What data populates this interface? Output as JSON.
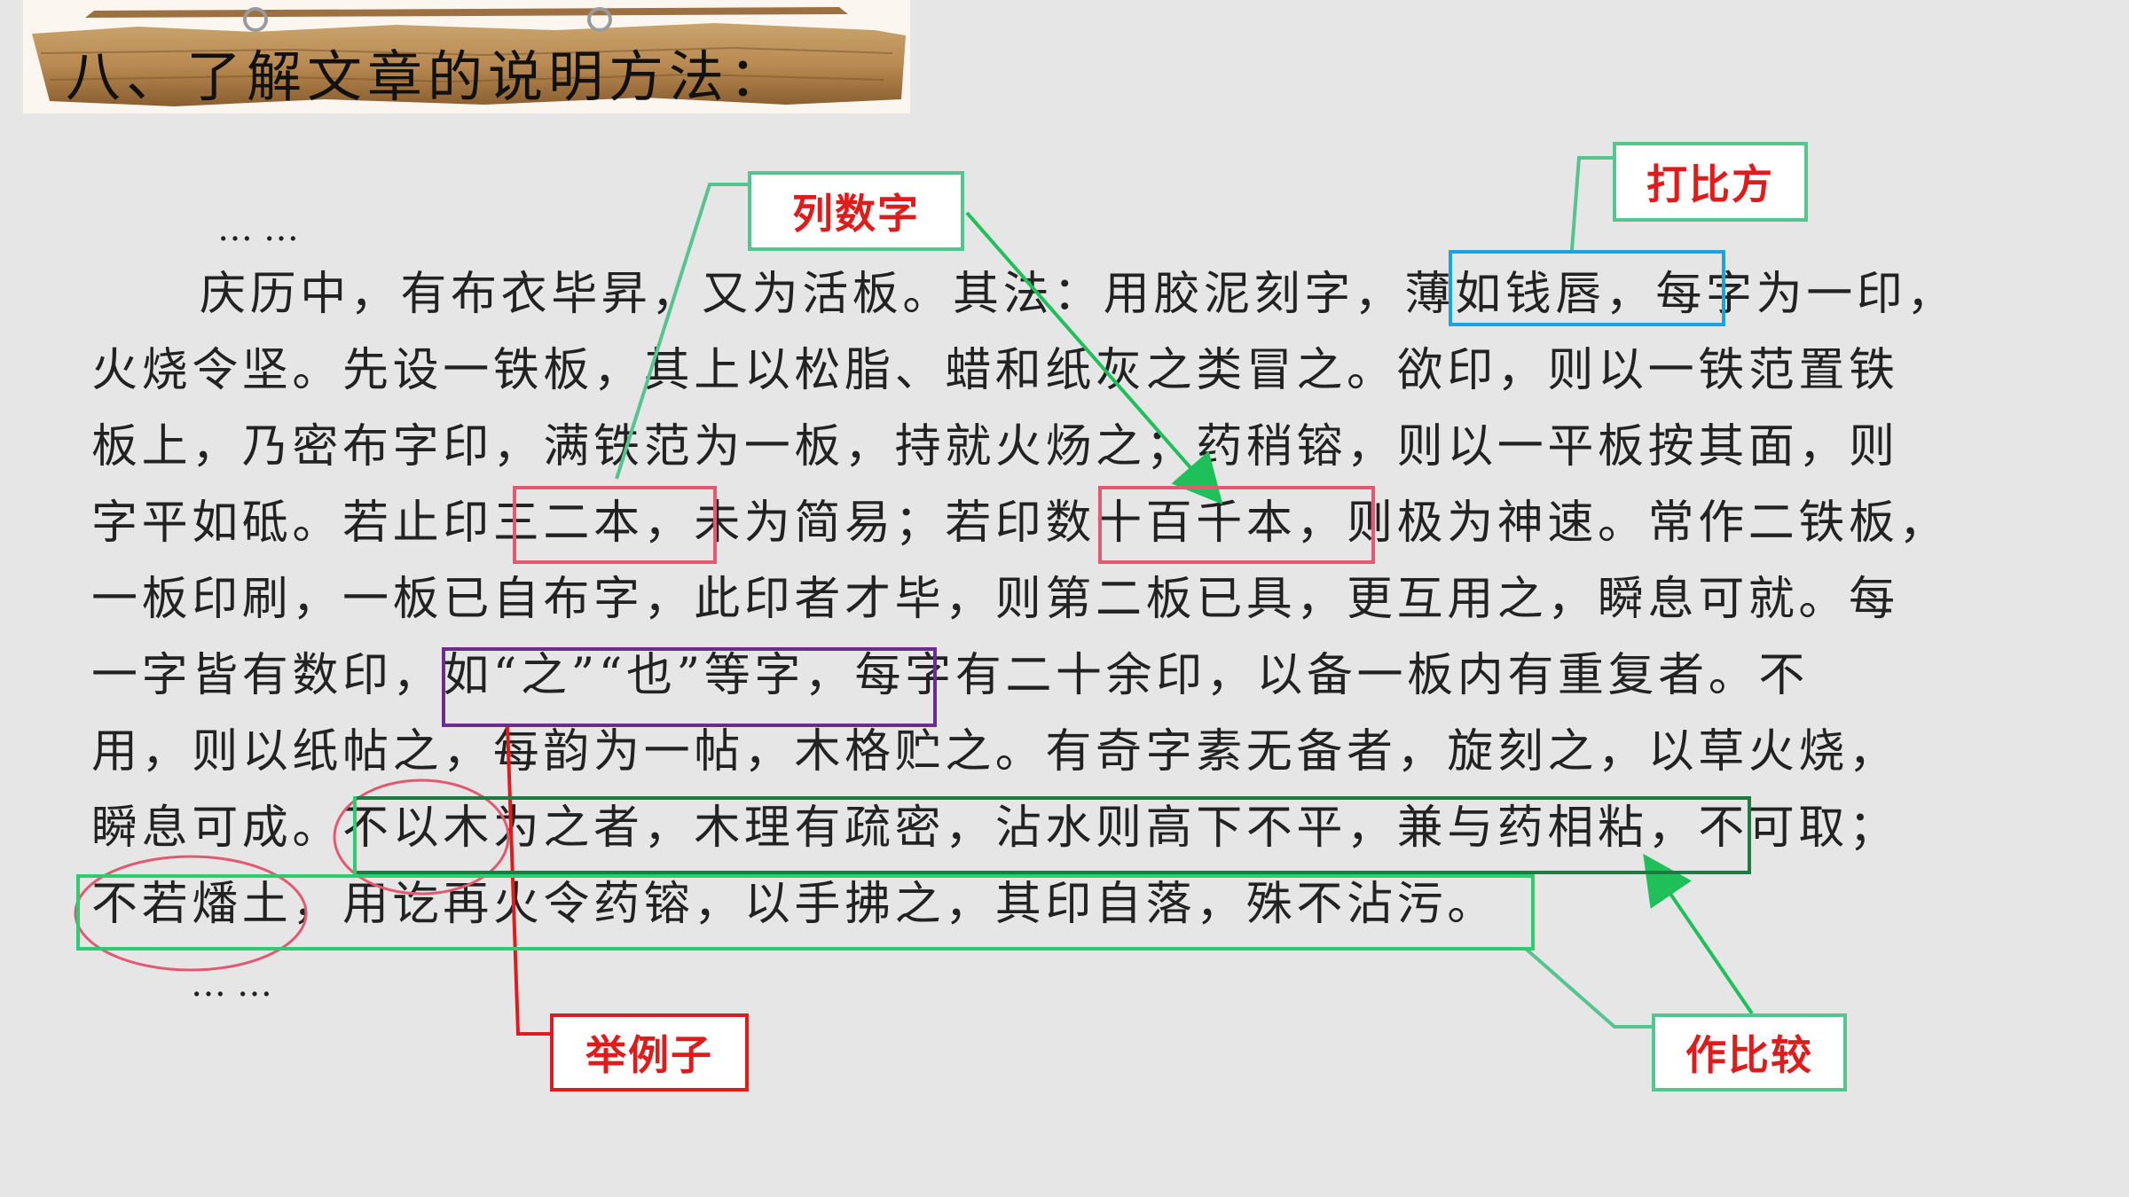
{
  "header": {
    "title": "八、了解文章的说明方法："
  },
  "passage": {
    "lines": [
      "……",
      "庆历中，有布衣毕昇，又为活板。其法：用胶泥刻字，薄如钱唇，每字为一印，",
      "火烧令坚。先设一铁板，其上以松脂、蜡和纸灰之类冒之。欲印，则以一铁范置铁",
      "板上，乃密布字印，满铁范为一板，持就火炀之；药稍镕，则以一平板按其面，则",
      "字平如砥。若止印三二本，未为简易；若印数十百千本，则极为神速。常作二铁板，",
      "一板印刷，一板已自布字，此印者才毕，则第二板已具，更互用之，瞬息可就。每",
      "一字皆有数印，如“之”“也”等字，每字有二十余印，以备一板内有重复者。不",
      "用，则以纸帖之，每韵为一帖，木格贮之。有奇字素无备者，旋刻之，以草火烧，",
      "瞬息可成。不以木为之者，木理有疏密，沾水则高下不平，兼与药相粘，不可取；",
      "不若燔土，用讫再火令药镕，以手拂之，其印自落，殊不沾污。",
      "……"
    ]
  },
  "annotations": {
    "list_numbers": "列数字",
    "analogy": "打比方",
    "example": "举例子",
    "comparison": "作比较"
  },
  "colors": {
    "red": "#e01b1b",
    "blue": "#1aa3e0",
    "pink": "#e05a72",
    "purple": "#6a2c91",
    "green": "#2ecc71",
    "dark_green": "#1e7a40",
    "teal": "#55c490"
  }
}
